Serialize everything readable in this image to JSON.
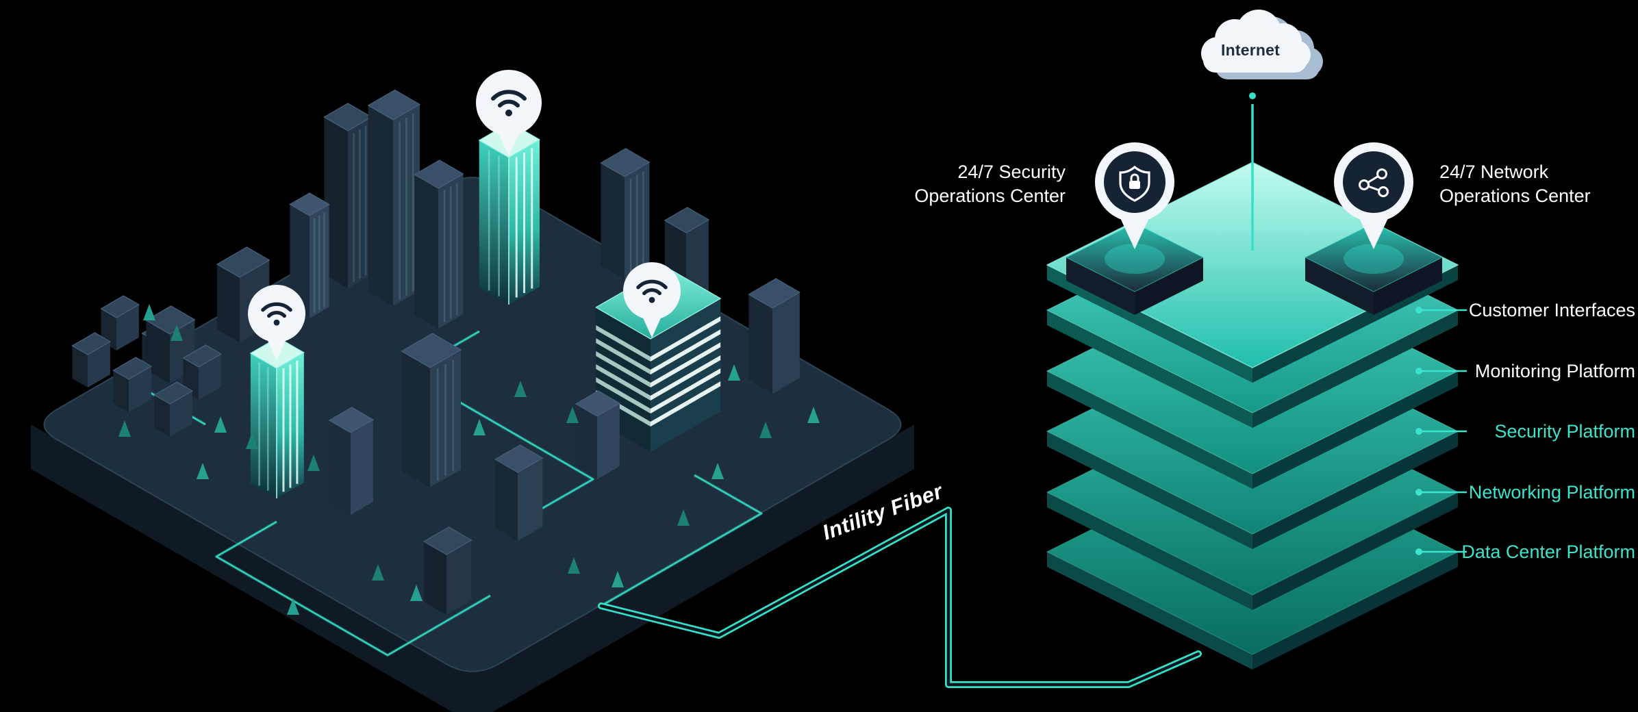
{
  "colors": {
    "background": "#000000",
    "accent_teal": "#35E0C8",
    "deep_navy": "#152334",
    "city_base": "#1D2E3E",
    "label_white": "#FFFFFF"
  },
  "internet": {
    "label": "Internet"
  },
  "operations_centers": {
    "security": {
      "line1": "24/7 Security",
      "line2": "Operations Center",
      "icon": "shield-lock-icon"
    },
    "network": {
      "line1": "24/7 Network",
      "line2": "Operations Center",
      "icon": "network-nodes-icon"
    }
  },
  "platform_stack": {
    "layers": [
      {
        "label": "Customer Interfaces",
        "label_color": "#FFFFFF"
      },
      {
        "label": "Monitoring Platform",
        "label_color": "#FFFFFF"
      },
      {
        "label": "Security Platform",
        "label_color": "#3CE4CD"
      },
      {
        "label": "Networking Platform",
        "label_color": "#3CE4CD"
      },
      {
        "label": "Data Center Platform",
        "label_color": "#3CE4CD"
      }
    ]
  },
  "fiber": {
    "label": "Intility Fiber"
  },
  "city": {
    "wifi_pin_count": 3,
    "wifi_pin_icon": "wifi-pin-icon"
  }
}
